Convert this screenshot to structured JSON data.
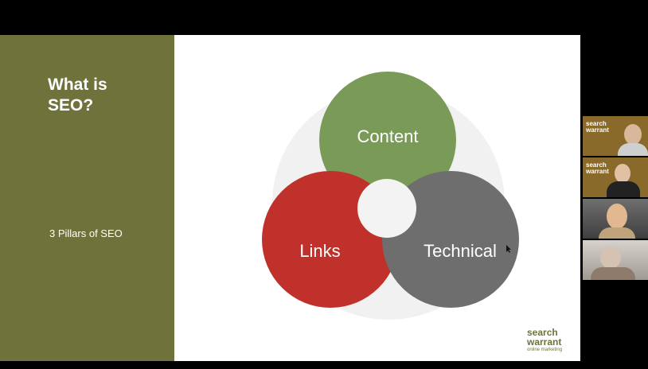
{
  "slide": {
    "title": "What is SEO?",
    "subtitle": "3 Pillars of SEO",
    "colors": {
      "panel": "#6f723b",
      "content": "#7a9a57",
      "links": "#c0312b",
      "technical": "#6e6e6e",
      "center": "#f3f3f3"
    }
  },
  "venn": {
    "content_label": "Content",
    "links_label": "Links",
    "technical_label": "Technical"
  },
  "logo": {
    "line1": "search",
    "line2": "warrant",
    "line3": "online marketing"
  },
  "participants": [
    {
      "brand_line1": "search",
      "brand_line2": "warrant"
    },
    {
      "brand_line1": "search",
      "brand_line2": "warrant"
    },
    {
      "brand_line1": "",
      "brand_line2": ""
    },
    {
      "brand_line1": "",
      "brand_line2": ""
    }
  ]
}
